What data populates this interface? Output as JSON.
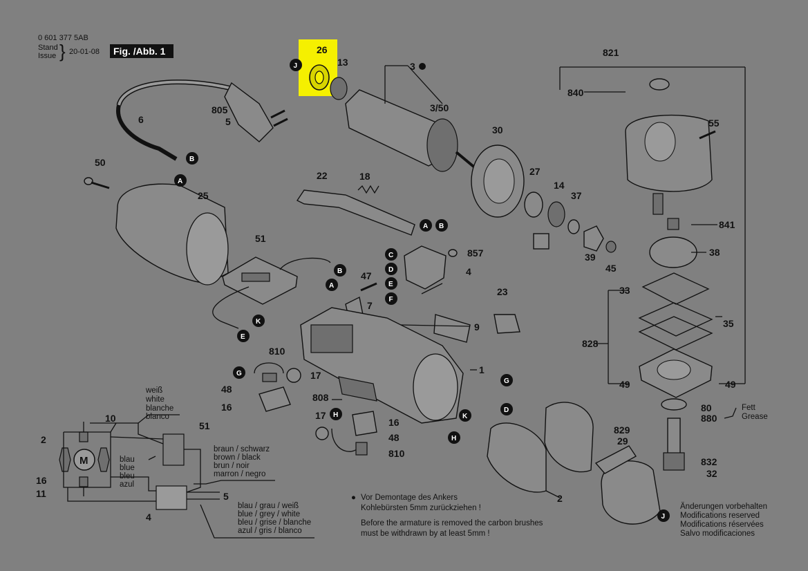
{
  "header": {
    "code": "0 601 377 5AB",
    "stand": "Stand",
    "issue": "Issue",
    "date": "20-01-08",
    "fig": "Fig. /Abb. 1"
  },
  "highlight": {
    "color": "#f5f000",
    "part": "26"
  },
  "callouts": {
    "c26": "26",
    "c13": "13",
    "c3": "3",
    "c3_50": "3/50",
    "c30": "30",
    "c805": "805",
    "c5a": "5",
    "c6": "6",
    "c50": "50",
    "c25": "25",
    "c22": "22",
    "c18": "18",
    "c27": "27",
    "c14": "14",
    "c37": "37",
    "c39": "39",
    "c45": "45",
    "c821": "821",
    "c840": "840",
    "c55": "55",
    "c841": "841",
    "c38": "38",
    "c33": "33",
    "c35": "35",
    "c828": "828",
    "c49a": "49",
    "c49b": "49",
    "c80": "80",
    "c880": "880",
    "c832": "832",
    "c32": "32",
    "c829": "829",
    "c29": "29",
    "c51": "51",
    "c857": "857",
    "c4a": "4",
    "c47": "47",
    "c7": "7",
    "c23": "23",
    "c9": "9",
    "c1": "1",
    "c810a": "810",
    "c17a": "17",
    "c48a": "48",
    "c16a": "16",
    "c808": "808",
    "c17b": "17",
    "c16b": "16",
    "c48b": "48",
    "c810b": "810",
    "c2a": "2",
    "c10": "10",
    "c51b": "51",
    "c2b": "2",
    "c16c": "16",
    "c11": "11",
    "c4b": "4",
    "c5b": "5"
  },
  "markers": {
    "J1": "J",
    "B1": "B",
    "A1": "A",
    "A2": "A",
    "B2": "B",
    "C": "C",
    "D1": "D",
    "E1": "E",
    "F": "F",
    "K1": "K",
    "E2": "E",
    "G1": "G",
    "H1": "H",
    "G2": "G",
    "D2": "D",
    "K2": "K",
    "H2": "H",
    "J2": "J"
  },
  "fett": {
    "de": "Fett",
    "en": "Grease"
  },
  "wire_labels": {
    "top": [
      "weiß",
      "white",
      "blanche",
      "blanco"
    ],
    "brown": [
      "braun / schwarz",
      "brown / black",
      "brun / noir",
      "marron / negro"
    ],
    "blue": [
      "blau",
      "blue",
      "bleu",
      "azul"
    ],
    "bluegrey": [
      "blau / grau / weiß",
      "blue / grey / white",
      "bleu / grise / blanche",
      "azul / gris / blanco"
    ]
  },
  "note": {
    "bullet": "●",
    "line1": "Vor Demontage des Ankers",
    "line2": "Kohlebürsten 5mm zurückziehen !",
    "line3": "Before the armature is removed the carbon brushes",
    "line4": "must be withdrawn by at least 5mm !"
  },
  "modifications": [
    "Änderungen vorbehalten",
    "Modifications reserved",
    "Modifications réservées",
    "Salvo modificaciones"
  ],
  "motor_symbol": "M"
}
